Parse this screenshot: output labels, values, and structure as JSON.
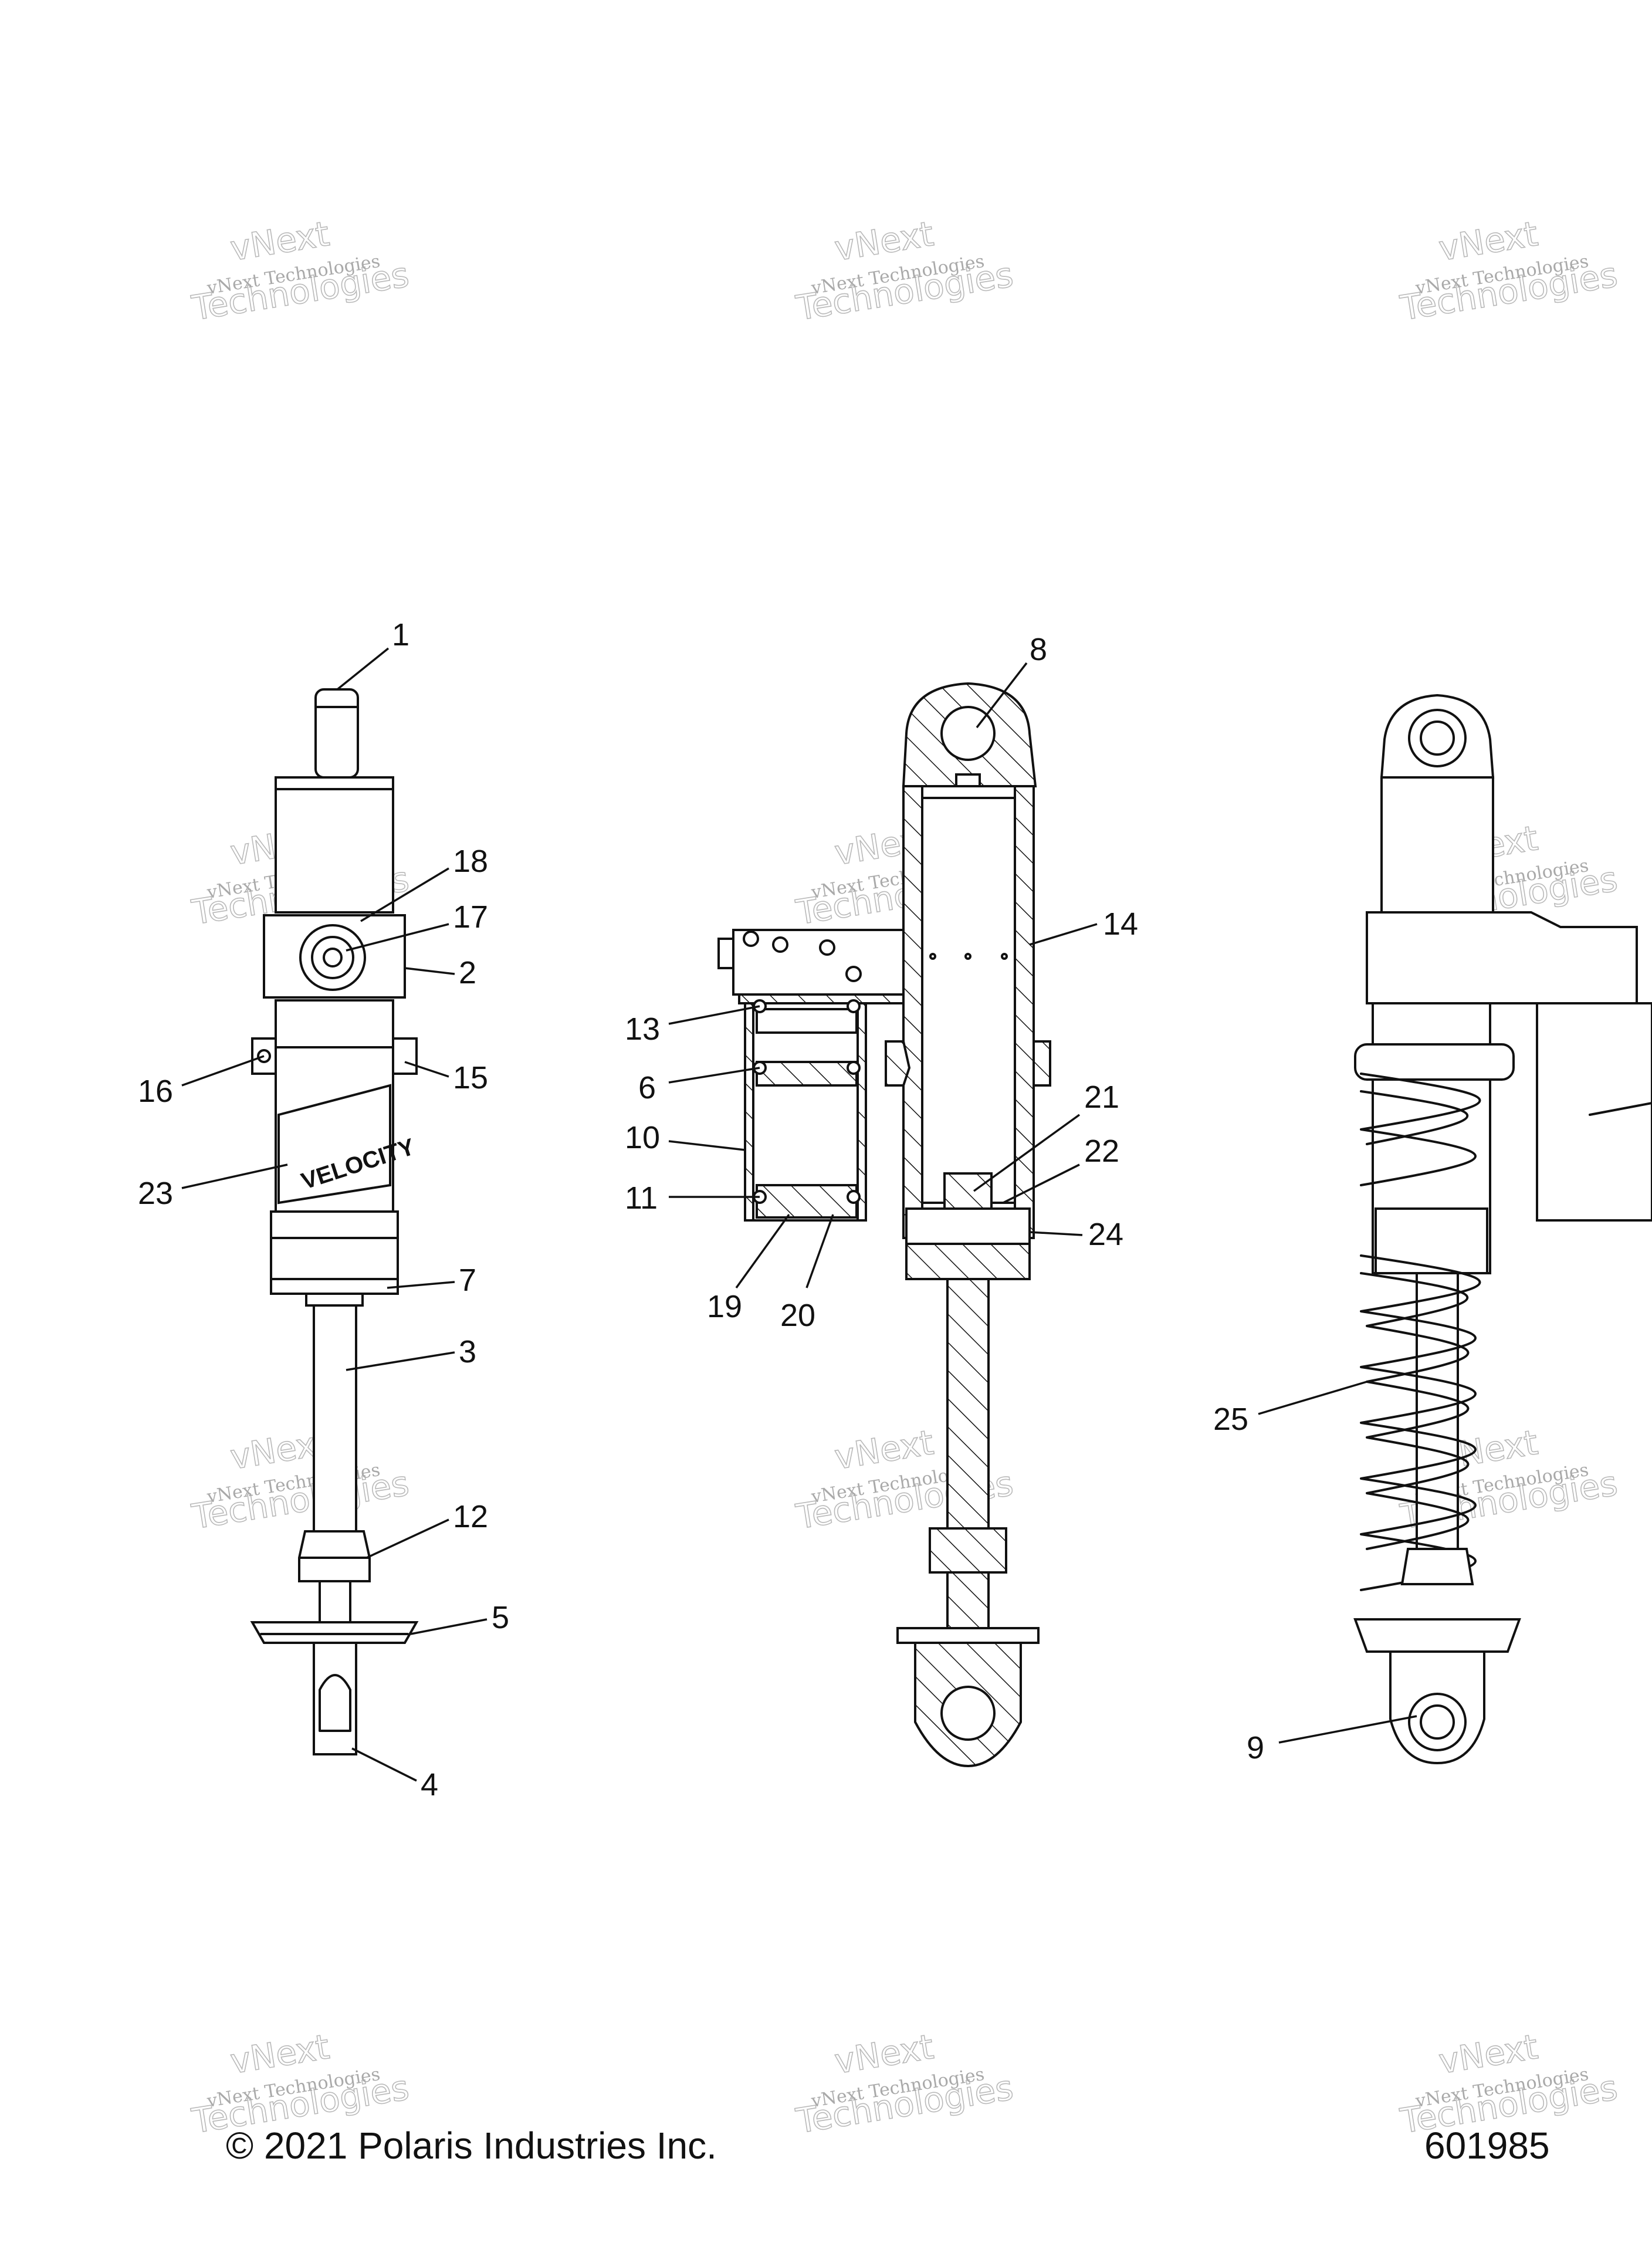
{
  "footer": {
    "copyright": "© 2021 Polaris Industries Inc.",
    "diagram_number": "601985"
  },
  "watermark": {
    "line1": "vNext Technologies",
    "line2": "Technologies",
    "line3": "vNext"
  },
  "shock_left": {
    "brand_text": "VELOCITY",
    "callouts": [
      "1",
      "18",
      "17",
      "2",
      "16",
      "15",
      "23",
      "7",
      "3",
      "12",
      "5",
      "4"
    ]
  },
  "shock_center": {
    "callouts": [
      "8",
      "14",
      "13",
      "6",
      "10",
      "21",
      "22",
      "11",
      "24",
      "19",
      "20"
    ]
  },
  "shock_right": {
    "callouts": [
      "25",
      "9"
    ]
  }
}
